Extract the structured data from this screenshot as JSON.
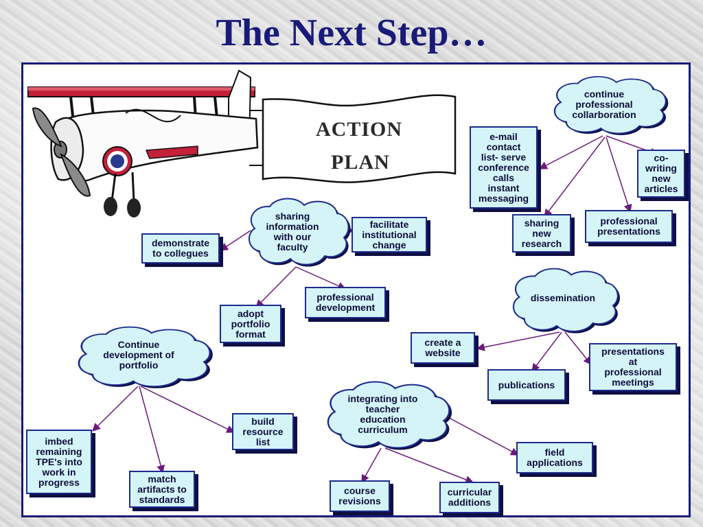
{
  "title": "The Next Step…",
  "banner": {
    "line1": "ACTION",
    "line2": "PLAN"
  },
  "clouds": {
    "collaboration": "continue\nprofessional\ncollarboration",
    "sharing": "sharing\ninformation\nwith our\nfaculty",
    "dissemination": "dissemination",
    "portfolio": "Continue\ndevelopment of\nportfolio",
    "integrating": "integrating into\nteacher\neducation\ncurriculum"
  },
  "boxes": {
    "email": "e-mail\ncontact\nlist- serve\nconference\ncalls\ninstant\nmessaging",
    "co_writing": "co-\nwriting\nnew\narticles",
    "sharing_research": "sharing\nnew\nresearch",
    "prof_presentations": "professional\npresentations",
    "facilitate": "facilitate\ninstitutional\nchange",
    "demonstrate": "demonstrate\nto collegues",
    "prof_development": "professional\ndevelopment",
    "adopt": "adopt\nportfolio\nformat",
    "website": "create a\nwebsite",
    "publications": "publications",
    "presentations_meetings": "presentations\nat\nprofessional\nmeetings",
    "imbed": "imbed\nremaining\nTPE's into\nwork in\nprogress",
    "match": "match\nartifacts to\nstandards",
    "resource": "build\nresource\nlist",
    "field": "field\napplications",
    "course": "course\nrevisions",
    "curricular": "curricular\nadditions"
  },
  "colors": {
    "title": "#1a1a7a",
    "frame_border": "#1a1a7a",
    "node_fill": "#d4f4f8",
    "node_border": "#1c2a8c",
    "arrow": "#6a1a7a",
    "plane_wing_stripe": "#c4203a",
    "roundel_outer": "#c4203a",
    "roundel_inner": "#2a3a8c"
  },
  "icons": [
    "biplane-icon",
    "banner-scroll",
    "cloud-shape",
    "arrow-connector"
  ]
}
